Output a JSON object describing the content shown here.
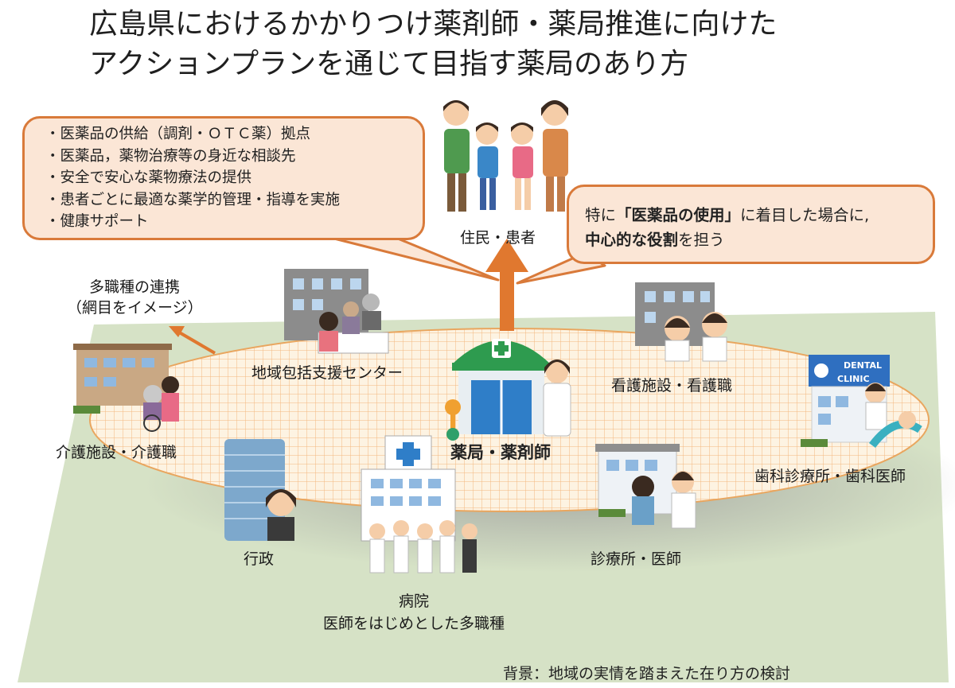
{
  "title": {
    "line1": "広島県におけるかかりつけ薬剤師・薬局推進に向けた",
    "line2": "アクションプランを通じて目指す薬局のあり方"
  },
  "left_callout": {
    "items": [
      "・医薬品の供給（調剤・ＯＴＣ薬）拠点",
      "・医薬品，薬物治療等の身近な相談先",
      "・安全で安心な薬物療法の提供",
      "・患者ごとに最適な薬学的管理・指導を実施",
      "・健康サポート"
    ]
  },
  "right_callout": {
    "line1_prefix": "特に",
    "line1_bold": "「医薬品の使用」",
    "line1_suffix": "に着目した場合に,",
    "line2_bold": "中心的な役割",
    "line2_suffix": "を担う"
  },
  "residents_label": "住民・患者",
  "network_note": {
    "line1": "多職種の連携",
    "line2": "（網目をイメージ）"
  },
  "dental_sign": {
    "line1": "DENTAL",
    "line2": "CLINIC"
  },
  "nodes": {
    "community_center": "地域包括支援センター",
    "nursing_facility": "看護施設・看護職",
    "care_facility": "介護施設・介護職",
    "pharmacy": "薬局・薬剤師",
    "dental": "歯科診療所・歯科医師",
    "government": "行政",
    "clinic": "診療所・医師",
    "hospital_line1": "病院",
    "hospital_line2": "医師をはじめとした多職種"
  },
  "footer": "背景：地域の実情を踏まえた在り方の検討",
  "colors": {
    "callout_border": "#d97a3a",
    "callout_fill": "#fbe6d6",
    "ground": "#d6e2c6",
    "network_fill": "#fdf1de",
    "arrow": "#e0782f",
    "pharmacy_green": "#2e9b4f"
  }
}
